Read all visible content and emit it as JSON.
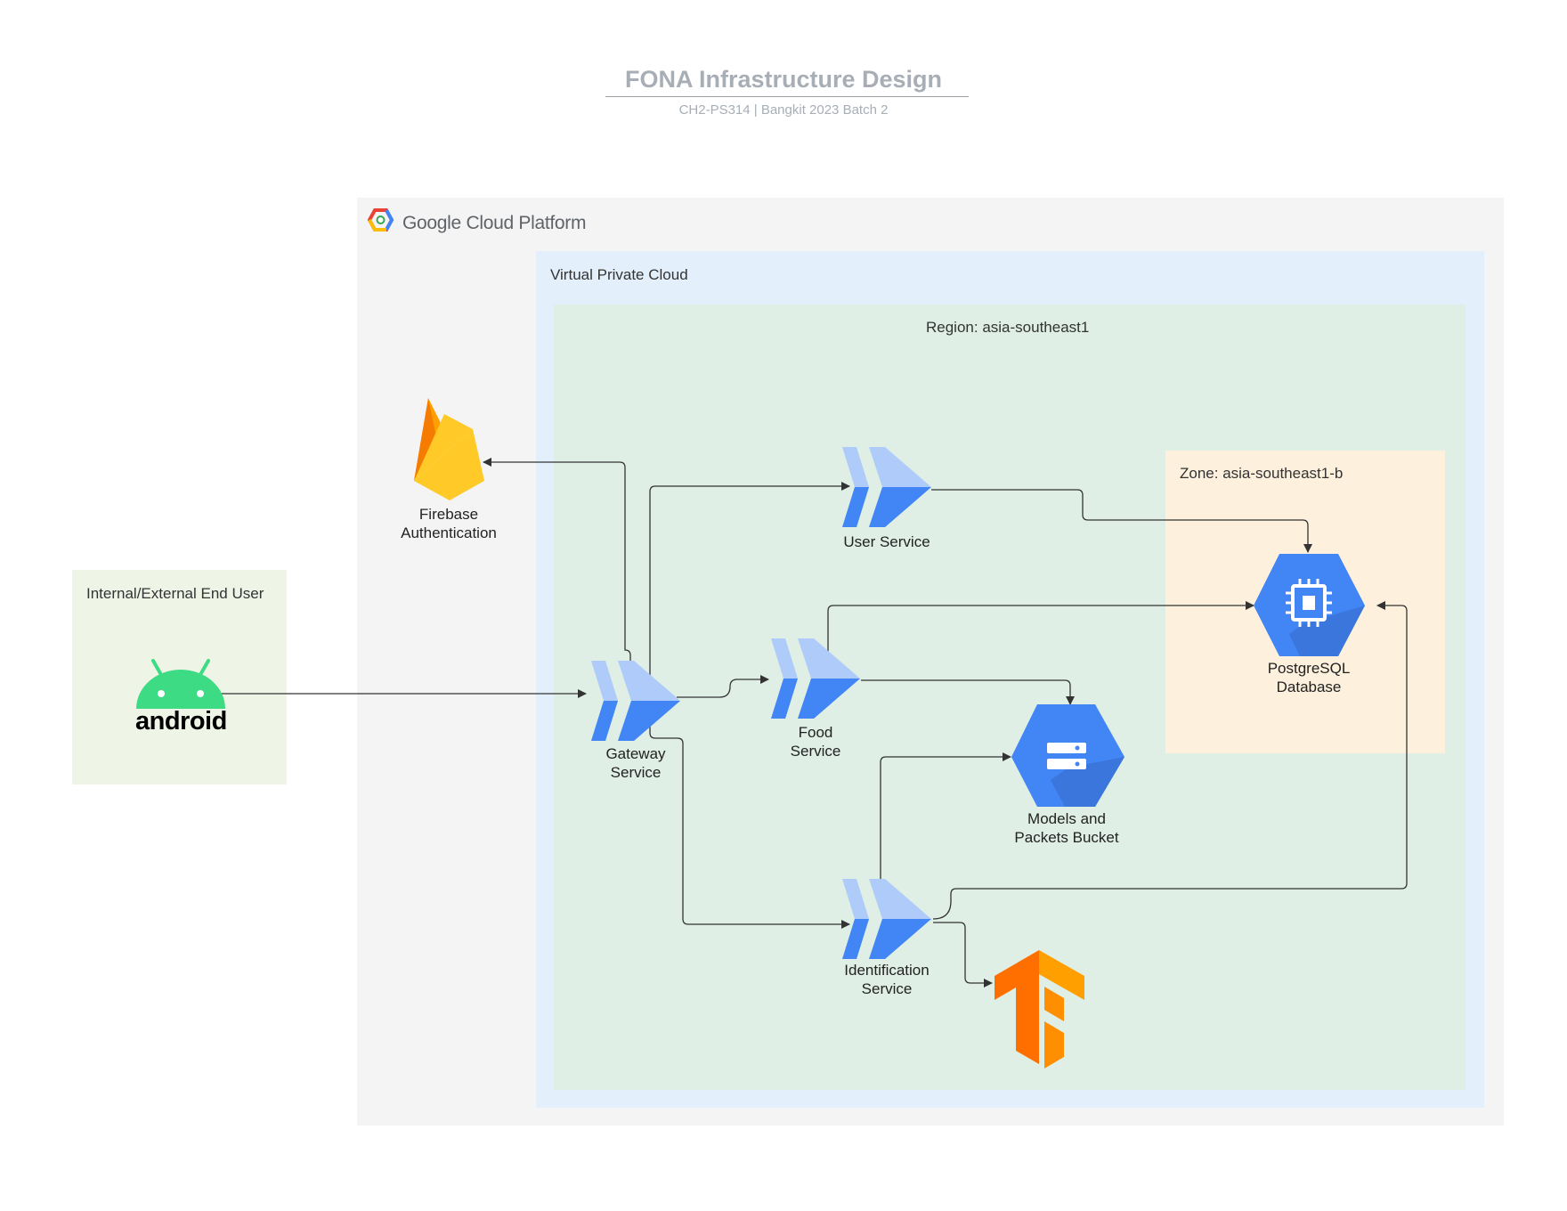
{
  "header": {
    "title": "FONA Infrastructure Design",
    "subtitle": "CH2-PS314  |  Bangkit 2023 Batch 2"
  },
  "containers": {
    "gcp_google": "Google",
    "gcp_rest": "Cloud Platform",
    "vpc": "Virtual Private Cloud",
    "region": "Region: asia-southeast1",
    "zone": "Zone: asia-southeast1-b",
    "end_user": "Internal/External End User"
  },
  "nodes": {
    "android_wordmark": "android",
    "firebase_line1": "Firebase",
    "firebase_line2": "Authentication",
    "user_service": "User Service",
    "gateway_line1": "Gateway",
    "gateway_line2": "Service",
    "food_line1": "Food",
    "food_line2": "Service",
    "identification_line1": "Identification",
    "identification_line2": "Service",
    "postgres_line1": "PostgreSQL",
    "postgres_line2": "Database",
    "bucket_line1": "Models and",
    "bucket_line2": "Packets Bucket"
  },
  "icons": {
    "gcp_logo": "gcp-logo-icon",
    "android": "android-icon",
    "firebase": "firebase-icon",
    "cloud_run": "cloud-run-icon",
    "cloud_sql": "cloud-sql-icon",
    "cloud_storage": "cloud-storage-icon",
    "tensorflow": "tensorflow-icon"
  },
  "colors": {
    "gcp_blue": "#4285f4",
    "run_light": "#aecbfa",
    "android_green": "#3ddc84",
    "firebase_yellow": "#ffca28",
    "firebase_orange": "#ffa000",
    "tf_orange": "#ff8f00"
  }
}
